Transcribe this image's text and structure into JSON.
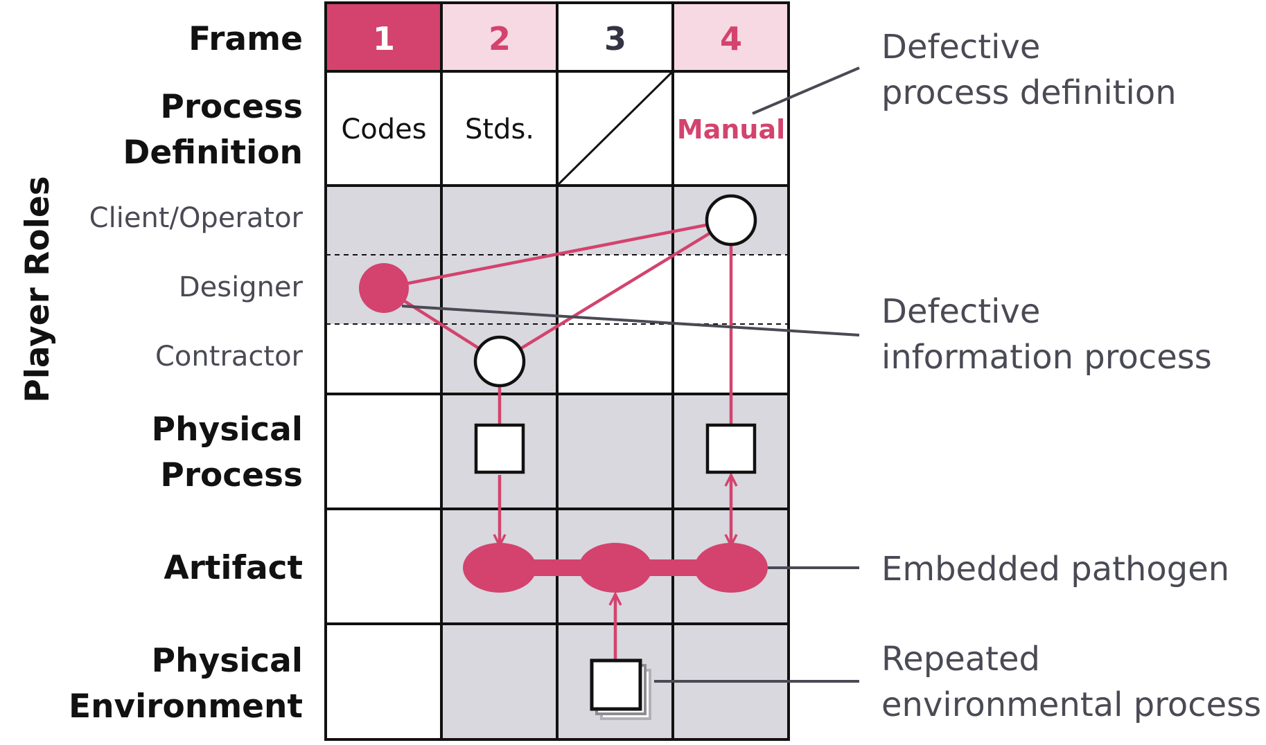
{
  "colors": {
    "accent": "#d3436e",
    "accent_light": "#f7d9e3",
    "shade": "#d8d8de",
    "annotation_text": "#4a4a55",
    "leader_line": "#4a4a55"
  },
  "frame_row": {
    "label": "Frame",
    "frames": [
      "1",
      "2",
      "3",
      "4"
    ]
  },
  "row_labels": {
    "process_definition": [
      "Process",
      "Definition"
    ],
    "player_roles": "Player Roles",
    "roles": [
      "Client/Operator",
      "Designer",
      "Contractor"
    ],
    "physical_process": [
      "Physical",
      "Process"
    ],
    "artifact": "Artifact",
    "physical_environment": [
      "Physical",
      "Environment"
    ]
  },
  "process_definition_cells": [
    "Codes",
    "Stds.",
    "",
    "Manual"
  ],
  "annotations": {
    "defective_process_definition": [
      "Defective",
      "process definition"
    ],
    "defective_information_process": [
      "Defective",
      "information process"
    ],
    "embedded_pathogen": "Embedded pathogen",
    "repeated_environmental_process": [
      "Repeated",
      "environmental process"
    ]
  },
  "icons": {
    "player_node": "circle-node",
    "defective_player_node": "filled-circle-node",
    "physical_process_node": "square-node",
    "artifact_node": "filled-ellipse-node",
    "repeated_environment_node": "stacked-square-node"
  }
}
